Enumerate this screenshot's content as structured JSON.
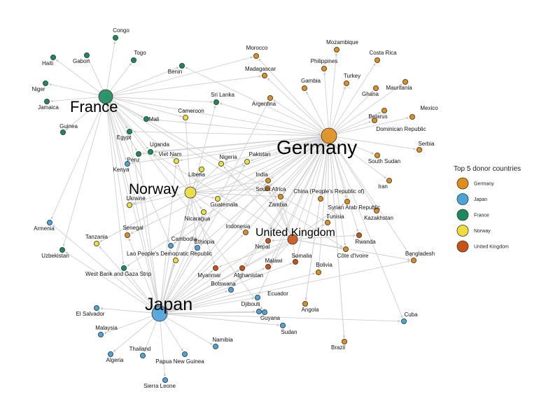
{
  "colors": {
    "Germany": "#E08E1A",
    "Japan": "#4BA3DC",
    "France": "#1A8C5C",
    "Norway": "#EEDD3A",
    "United Kingdom": "#CC5214"
  },
  "legend": {
    "title": "Top 5 donor countries",
    "items": [
      "Germany",
      "Japan",
      "France",
      "Norway",
      "United Kingdom"
    ]
  },
  "donors": [
    {
      "name": "France",
      "label": "France"
    },
    {
      "name": "Germany",
      "label": "Germany"
    },
    {
      "name": "Norway",
      "label": "Norway"
    },
    {
      "name": "United Kingdom",
      "label": "United Kingdom"
    },
    {
      "name": "Japan",
      "label": "Japan"
    }
  ],
  "recipients": [
    {
      "label": "Congo",
      "group": "France"
    },
    {
      "label": "Haiti",
      "group": "France"
    },
    {
      "label": "Gabon",
      "group": "France"
    },
    {
      "label": "Togo",
      "group": "France"
    },
    {
      "label": "Benin",
      "group": "France"
    },
    {
      "label": "Niger",
      "group": "France"
    },
    {
      "label": "Jamaica",
      "group": "France"
    },
    {
      "label": "Guinea",
      "group": "France"
    },
    {
      "label": "Mali",
      "group": "France"
    },
    {
      "label": "Egypt",
      "group": "France"
    },
    {
      "label": "Uganda",
      "group": "France"
    },
    {
      "label": "Peru",
      "group": "France"
    },
    {
      "label": "Sri Lanka",
      "group": "France"
    },
    {
      "label": "Uzbekistan",
      "group": "France"
    },
    {
      "label": "West Bank and Gaza Strip",
      "group": "France"
    },
    {
      "label": "Morocco",
      "group": "Germany"
    },
    {
      "label": "Madagascar",
      "group": "Germany"
    },
    {
      "label": "Argentina",
      "group": "Germany"
    },
    {
      "label": "Mozambique",
      "group": "Germany"
    },
    {
      "label": "Philippines",
      "group": "Germany"
    },
    {
      "label": "Costa Rica",
      "group": "Germany"
    },
    {
      "label": "Turkey",
      "group": "Germany"
    },
    {
      "label": "Gambia",
      "group": "Germany"
    },
    {
      "label": "Ghana",
      "group": "Germany"
    },
    {
      "label": "Mauritania",
      "group": "Germany"
    },
    {
      "label": "Belarus",
      "group": "Germany"
    },
    {
      "label": "Mexico",
      "group": "Germany"
    },
    {
      "label": "Dominican Republic",
      "group": "Germany"
    },
    {
      "label": "Serbia",
      "group": "Germany"
    },
    {
      "label": "South Sudan",
      "group": "Germany"
    },
    {
      "label": "Iran",
      "group": "Germany"
    },
    {
      "label": "India",
      "group": "Germany"
    },
    {
      "label": "South Africa",
      "group": "Germany"
    },
    {
      "label": "Zambia",
      "group": "Germany"
    },
    {
      "label": "China (People's Republic of)",
      "group": "Germany"
    },
    {
      "label": "Syrian Arab Republic",
      "group": "Germany"
    },
    {
      "label": "Kazakhstan",
      "group": "Germany"
    },
    {
      "label": "Tunisia",
      "group": "Germany"
    },
    {
      "label": "Côte d'Ivoire",
      "group": "Germany"
    },
    {
      "label": "Bangladesh",
      "group": "Germany"
    },
    {
      "label": "Senegal",
      "group": "Germany"
    },
    {
      "label": "Indonesia",
      "group": "Germany"
    },
    {
      "label": "Bolivia",
      "group": "Germany"
    },
    {
      "label": "Angola",
      "group": "Germany"
    },
    {
      "label": "Brazil",
      "group": "Germany"
    },
    {
      "label": "Cameroon",
      "group": "Norway"
    },
    {
      "label": "Viet Nam",
      "group": "Norway"
    },
    {
      "label": "Liberia",
      "group": "Norway"
    },
    {
      "label": "Nigeria",
      "group": "Norway"
    },
    {
      "label": "Pakistan",
      "group": "Norway"
    },
    {
      "label": "Ukraine",
      "group": "Norway"
    },
    {
      "label": "Guatemala",
      "group": "Norway"
    },
    {
      "label": "Nicaragua",
      "group": "Norway"
    },
    {
      "label": "Tanzania",
      "group": "Norway"
    },
    {
      "label": "Lao People's Democratic Republic",
      "group": "Norway"
    },
    {
      "label": "Nepal",
      "group": "United Kingdom"
    },
    {
      "label": "Rwanda",
      "group": "United Kingdom"
    },
    {
      "label": "Somalia",
      "group": "United Kingdom"
    },
    {
      "label": "Malawi",
      "group": "United Kingdom"
    },
    {
      "label": "Afghanistan",
      "group": "United Kingdom"
    },
    {
      "label": "Myanmar",
      "group": "United Kingdom"
    },
    {
      "label": "Kenya",
      "group": "Japan"
    },
    {
      "label": "Armenia",
      "group": "Japan"
    },
    {
      "label": "Cambodia",
      "group": "Japan"
    },
    {
      "label": "Ethiopia",
      "group": "Japan"
    },
    {
      "label": "Botswana",
      "group": "Japan"
    },
    {
      "label": "Ecuador",
      "group": "Japan"
    },
    {
      "label": "Djibouti",
      "group": "Japan"
    },
    {
      "label": "Guyana",
      "group": "Japan"
    },
    {
      "label": "Sudan",
      "group": "Japan"
    },
    {
      "label": "El Salvador",
      "group": "Japan"
    },
    {
      "label": "Malaysia",
      "group": "Japan"
    },
    {
      "label": "Algeria",
      "group": "Japan"
    },
    {
      "label": "Thailand",
      "group": "Japan"
    },
    {
      "label": "Papua New Guinea",
      "group": "Japan"
    },
    {
      "label": "Sierra Leone",
      "group": "Japan"
    },
    {
      "label": "Namibia",
      "group": "Japan"
    },
    {
      "label": "Cuba",
      "group": "Japan"
    }
  ]
}
